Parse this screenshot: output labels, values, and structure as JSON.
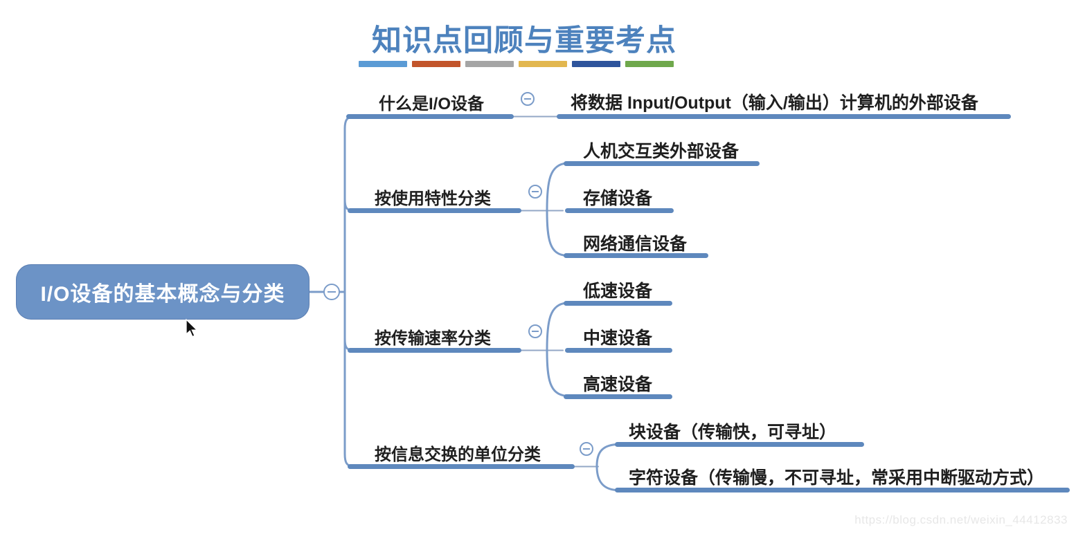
{
  "title": {
    "text": "知识点回顾与重要考点",
    "underline_colors": [
      "#5b9bd5",
      "#c2552b",
      "#a5a5a5",
      "#e2b74f",
      "#2e549c",
      "#6fa84c"
    ]
  },
  "root": {
    "label": "I/O设备的基本概念与分类"
  },
  "branches": [
    {
      "label": "什么是I/O设备",
      "children": [
        {
          "label": "将数据 Input/Output（输入/输出）计算机的外部设备"
        }
      ]
    },
    {
      "label": "按使用特性分类",
      "children": [
        {
          "label": "人机交互类外部设备"
        },
        {
          "label": "存储设备"
        },
        {
          "label": "网络通信设备"
        }
      ]
    },
    {
      "label": "按传输速率分类",
      "children": [
        {
          "label": "低速设备"
        },
        {
          "label": "中速设备"
        },
        {
          "label": "高速设备"
        }
      ]
    },
    {
      "label": "按信息交换的单位分类",
      "children": [
        {
          "label": "块设备（传输快，可寻址）"
        },
        {
          "label": "字符设备（传输慢，不可寻址，常采用中断驱动方式）"
        }
      ]
    }
  ],
  "watermark": {
    "text": "https://blog.csdn.net/weixin_44412833"
  },
  "colors": {
    "title_text": "#4d82bd",
    "line": "#5e88bd",
    "connector": "#7b9cc9",
    "thin_connector": "#93a7c6",
    "node_fill": "#6c93c6",
    "node_text": "#ffffff",
    "label_text": "#1f1f1f",
    "watermark": "#e7e7e7"
  }
}
